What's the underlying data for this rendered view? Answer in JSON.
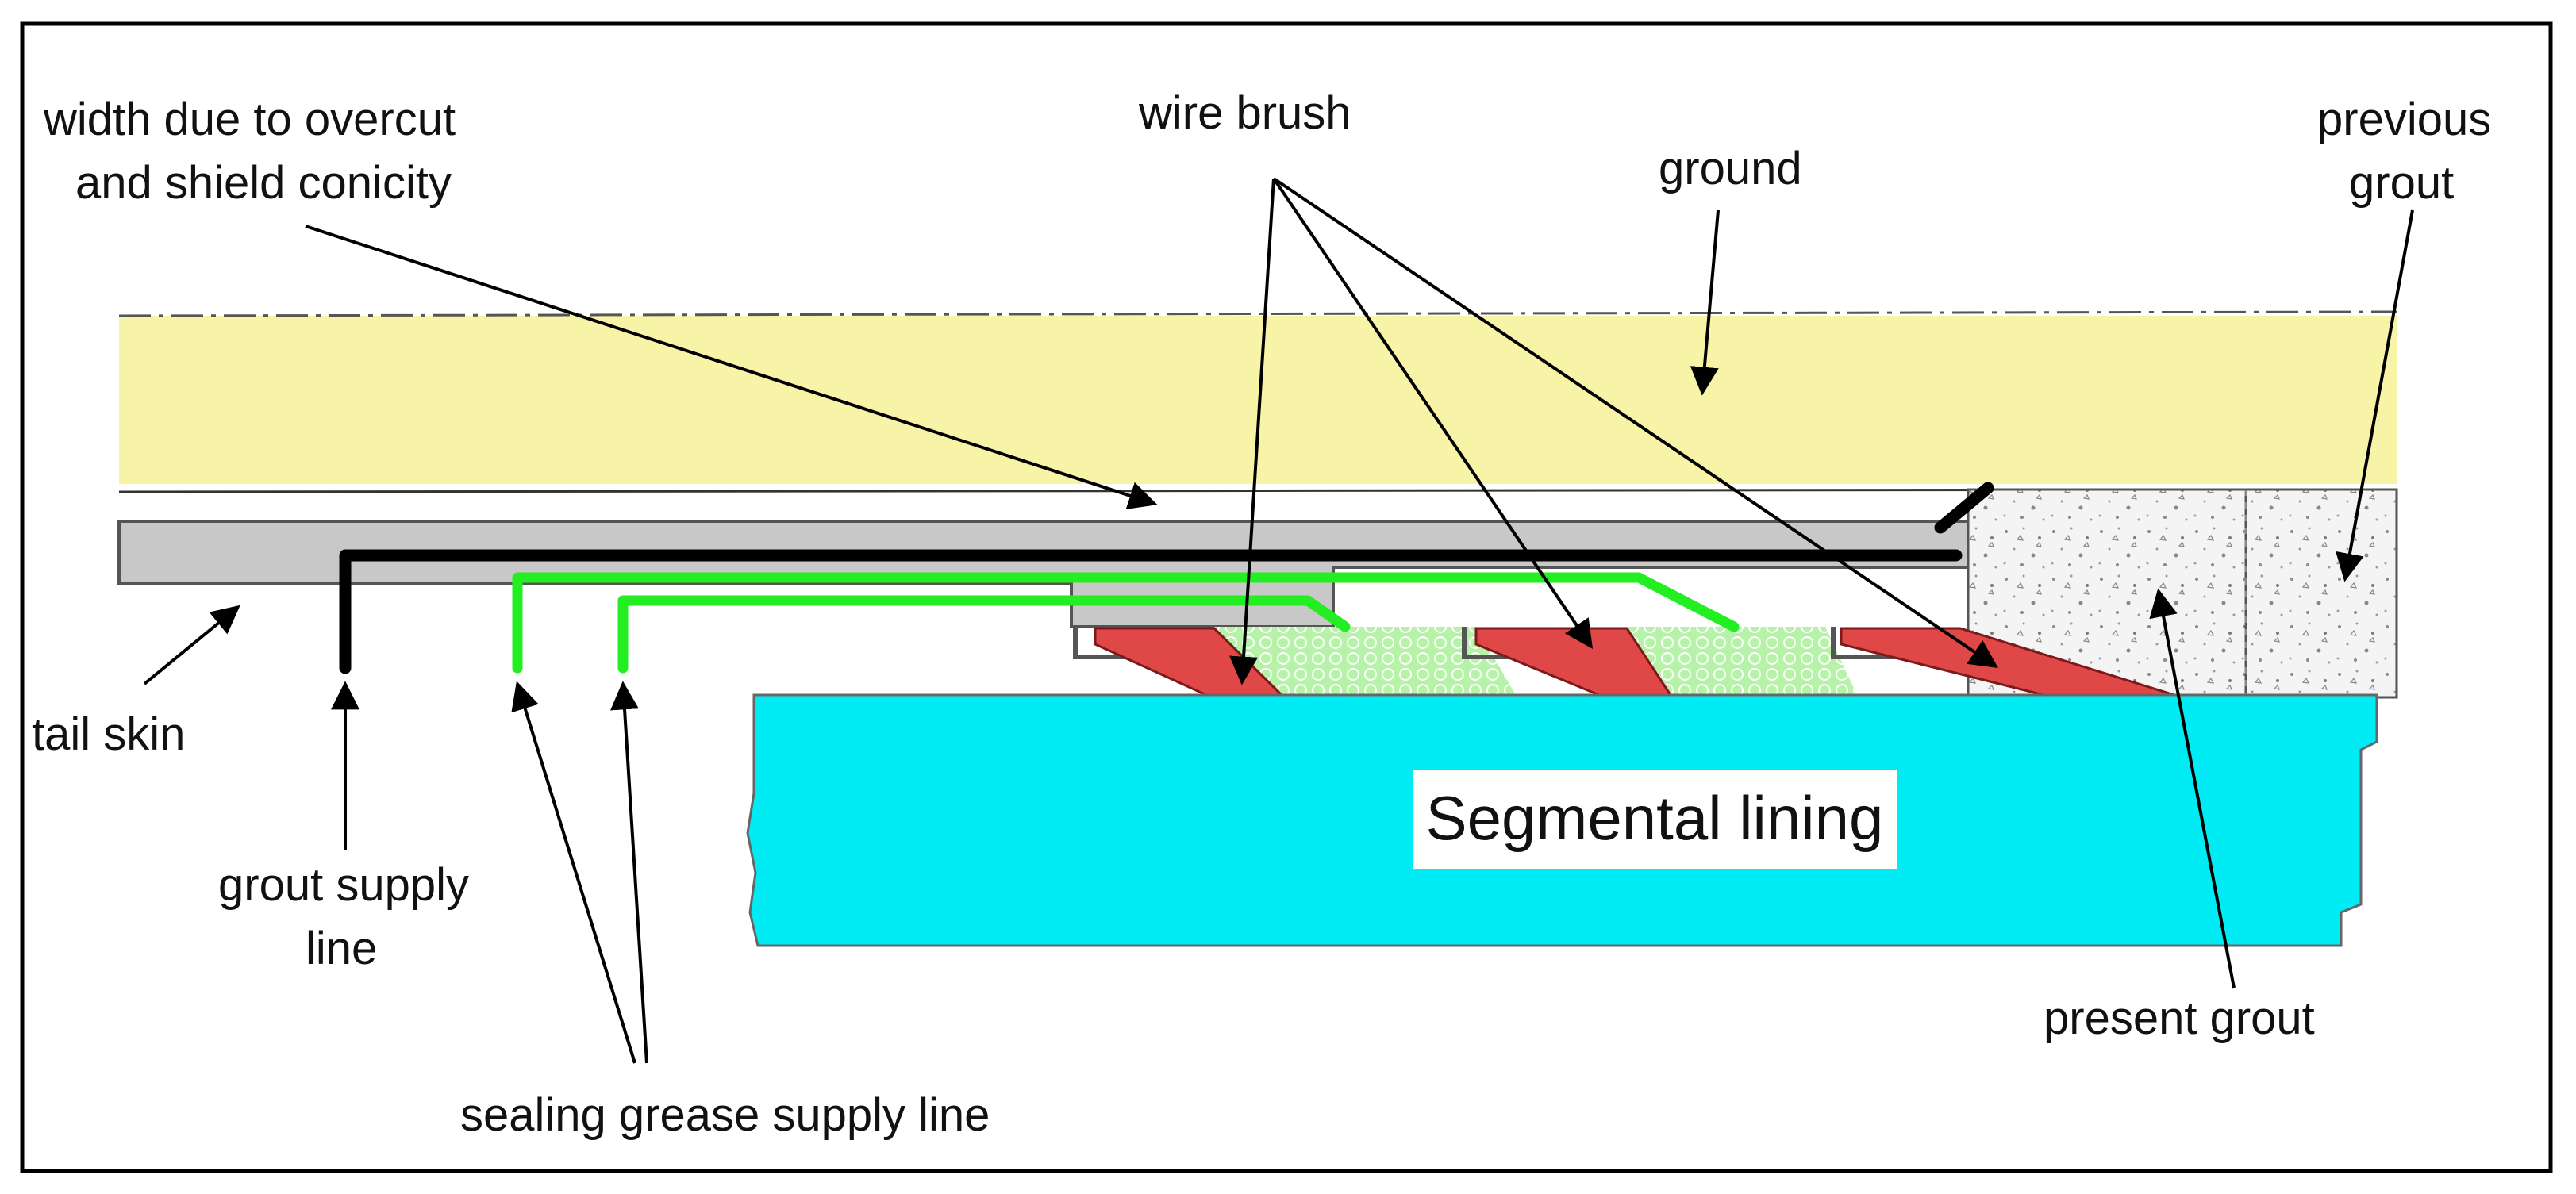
{
  "labels": {
    "width_line1": "width due to overcut",
    "width_line2": "and shield conicity",
    "wire_brush": "wire brush",
    "ground": "ground",
    "previous_line1": "previous",
    "previous_line2": "grout",
    "tail_skin": "tail skin",
    "grout_supply_line1": "grout supply",
    "grout_supply_line2": "line",
    "present_grout": "present grout",
    "sealing_grease": "sealing grease supply line",
    "segmental_lining": "Segmental lining"
  },
  "colors": {
    "ground_fill": "#f7f4a8",
    "tail_skin_fill": "#c8c8c8",
    "lining_fill": "#00ecf5",
    "grease_line": "#22ee22",
    "grout_line": "#000000",
    "wire_brush_fill": "#e04848",
    "sealing_grease_fill": "#b6f2a8",
    "grout_fill": "#f0f0f0"
  }
}
